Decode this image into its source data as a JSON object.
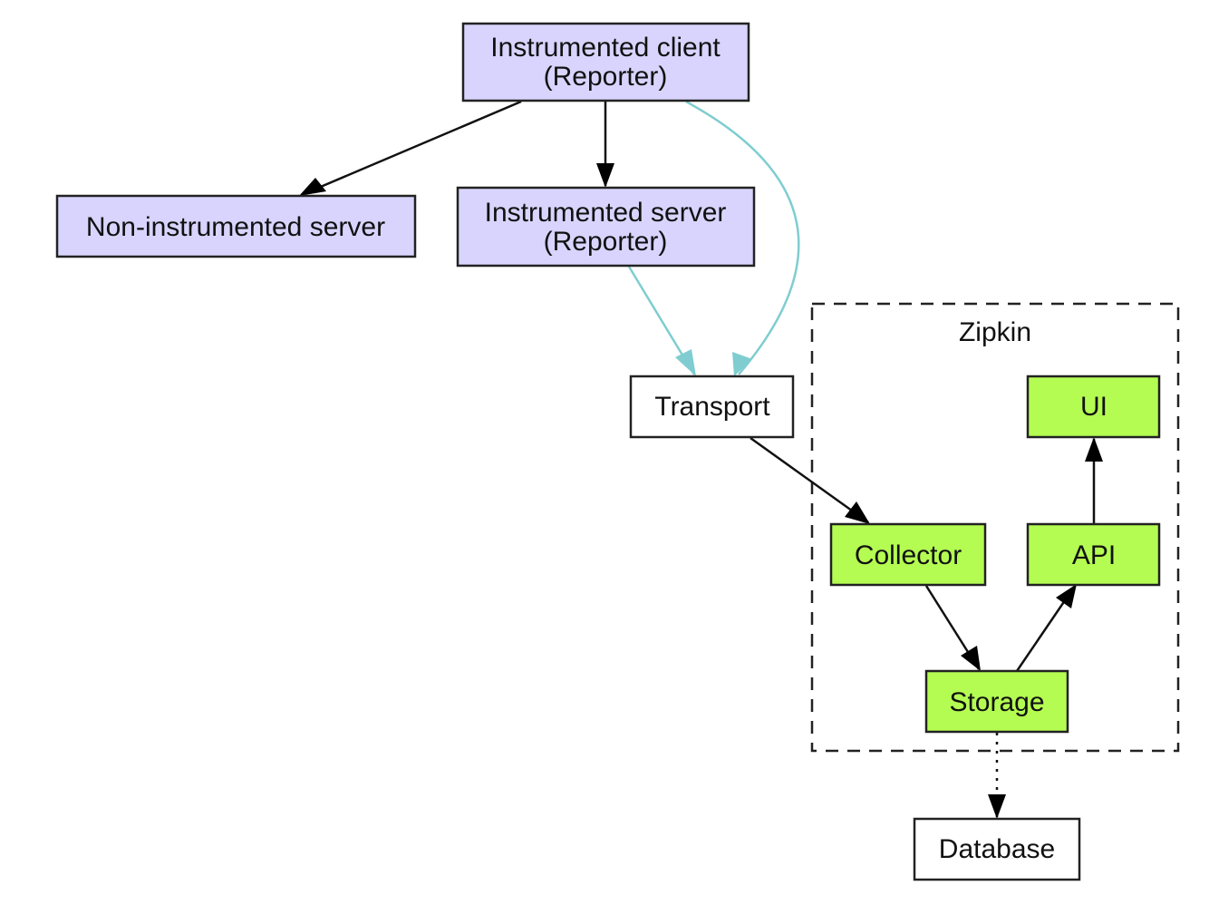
{
  "colors": {
    "reporter": "#d8d4fd",
    "zipkin": "#b4fc52",
    "plain": "#ffffff",
    "transport_edge": "#7fcdd0",
    "edge": "#000000"
  },
  "nodes": {
    "client": {
      "line1": "Instrumented client",
      "line2": "(Reporter)"
    },
    "non_instrumented": {
      "label": "Non-instrumented server"
    },
    "server": {
      "line1": "Instrumented server",
      "line2": "(Reporter)"
    },
    "transport": {
      "label": "Transport"
    },
    "ui": {
      "label": "UI"
    },
    "collector": {
      "label": "Collector"
    },
    "api": {
      "label": "API"
    },
    "storage": {
      "label": "Storage"
    },
    "database": {
      "label": "Database"
    }
  },
  "cluster": {
    "label": "Zipkin"
  },
  "edges": [
    {
      "from": "client",
      "to": "non_instrumented",
      "style": "solid"
    },
    {
      "from": "client",
      "to": "server",
      "style": "solid"
    },
    {
      "from": "client",
      "to": "transport",
      "style": "teal"
    },
    {
      "from": "server",
      "to": "transport",
      "style": "teal"
    },
    {
      "from": "transport",
      "to": "collector",
      "style": "solid"
    },
    {
      "from": "collector",
      "to": "storage",
      "style": "solid"
    },
    {
      "from": "storage",
      "to": "api",
      "style": "solid"
    },
    {
      "from": "api",
      "to": "ui",
      "style": "solid"
    },
    {
      "from": "storage",
      "to": "database",
      "style": "dotted"
    }
  ]
}
